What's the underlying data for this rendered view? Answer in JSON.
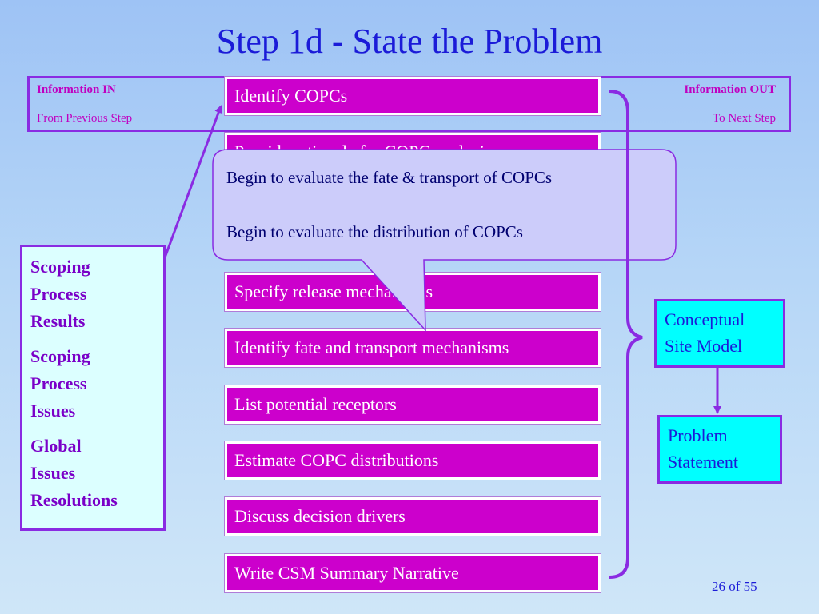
{
  "title": "Step 1d - State the Problem",
  "info_bar": {
    "in_label": "Information IN",
    "in_sub": "From Previous Step",
    "out_label": "Information OUT",
    "out_sub": "To Next Step"
  },
  "steps": [
    "Identify COPCs",
    "Provide rationale for COPC exclusions",
    "",
    "",
    "Specify release mechanisms",
    "Identify fate and transport mechanisms",
    "List potential receptors",
    "Estimate COPC distributions",
    "Discuss decision drivers",
    "Write CSM Summary Narrative"
  ],
  "callout": {
    "line1": "Begin to evaluate the fate & transport of COPCs",
    "line2": "Begin to evaluate the distribution of COPCs"
  },
  "inputs": [
    "Scoping\nProcess\nResults",
    "Scoping\nProcess\nIssues",
    "Global\nIssues\nResolutions"
  ],
  "outputs": {
    "csm": "Conceptual\nSite Model",
    "problem": "Problem\nStatement"
  },
  "page": "26 of 55",
  "colors": {
    "step_fill": "#cc00cc",
    "accent": "#8a2be2",
    "output_fill": "#00ffff",
    "title": "#1b1bd8"
  }
}
